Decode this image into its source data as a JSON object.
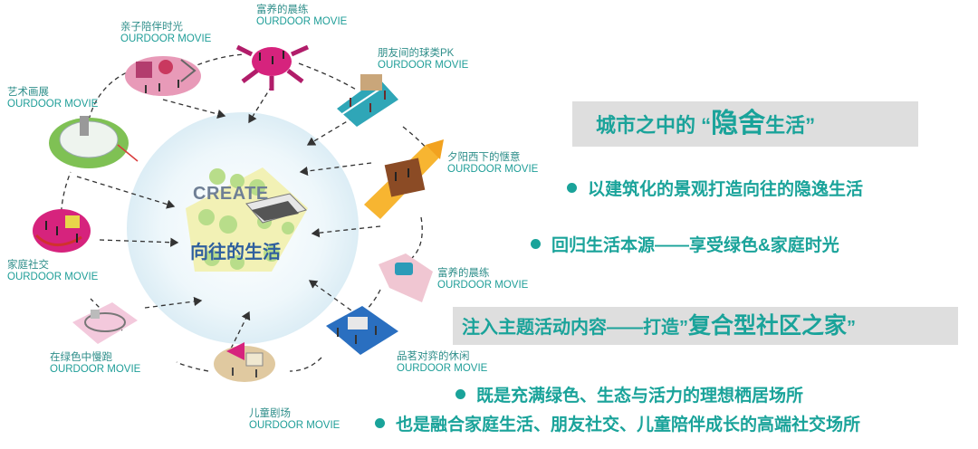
{
  "center": {
    "title": "CREATE",
    "subtitle": "向往的生活"
  },
  "nodes": [
    {
      "cn": "亲子陪伴时光",
      "en": "OURDOOR MOVIE"
    },
    {
      "cn": "富养的晨练",
      "en": "OURDOOR MOVIE"
    },
    {
      "cn": "朋友间的球类PK",
      "en": "OURDOOR MOVIE"
    },
    {
      "cn": "艺术画展",
      "en": "OURDOOR MOVIE"
    },
    {
      "cn": "夕阳西下的惬意",
      "en": "OURDOOR MOVIE"
    },
    {
      "cn": "家庭社交",
      "en": "OURDOOR MOVIE"
    },
    {
      "cn": "富养的晨练",
      "en": "OURDOOR MOVIE"
    },
    {
      "cn": "在绿色中慢跑",
      "en": "OURDOOR MOVIE"
    },
    {
      "cn": "品茗对弈的休闲",
      "en": "OURDOOR MOVIE"
    },
    {
      "cn": "儿童剧场",
      "en": "OURDOOR MOVIE"
    }
  ],
  "banner1": {
    "pre": "城市之中的 “",
    "highlight": "隐舍",
    "post": "生活”"
  },
  "bullets_top": [
    "以建筑化的景观打造向往的隐逸生活",
    "回归生活本源——享受绿色&家庭时光"
  ],
  "banner2": {
    "pre": "注入主题活动内容——打造”",
    "highlight": "复合型社区之家",
    "post": "”"
  },
  "bullets_bottom": [
    "既是充满绿色、生态与活力的理想栖居场所",
    "也是融合家庭生活、朋友社交、儿童陪伴成长的高端社交场所"
  ],
  "colors": {
    "accent": "#1aa39a",
    "banner_bg": "#dedede",
    "circle": "#e8f4fa",
    "center_text": "#2f5f9e"
  },
  "icons": [
    "dashed-arrow-icon",
    "bullet-dot-icon"
  ]
}
